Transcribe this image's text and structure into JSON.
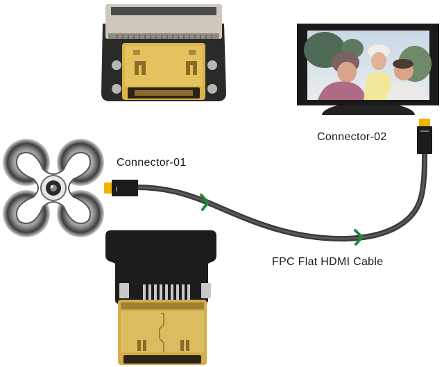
{
  "labels": {
    "connector_01": "Connector-01",
    "connector_02": "Connector-02",
    "cable": "FPC Flat HDMI Cable"
  },
  "components": {
    "top_adapter": "mini-hdmi-female-fpc-adapter",
    "tv": "television-monitor",
    "drone": "quadcopter-drone",
    "bottom_adapter": "mini-hdmi-male-fpc-adapter",
    "cable": "fpc-flat-hdmi-cable"
  },
  "colors": {
    "gold": "#d9b44a",
    "pcb_black": "#1c1c1c",
    "cable_gray": "#4a4a4a",
    "arrow_green": "#1e8a3c",
    "plug_yellow": "#f0b400",
    "tv_frame": "#1a1a1a"
  }
}
